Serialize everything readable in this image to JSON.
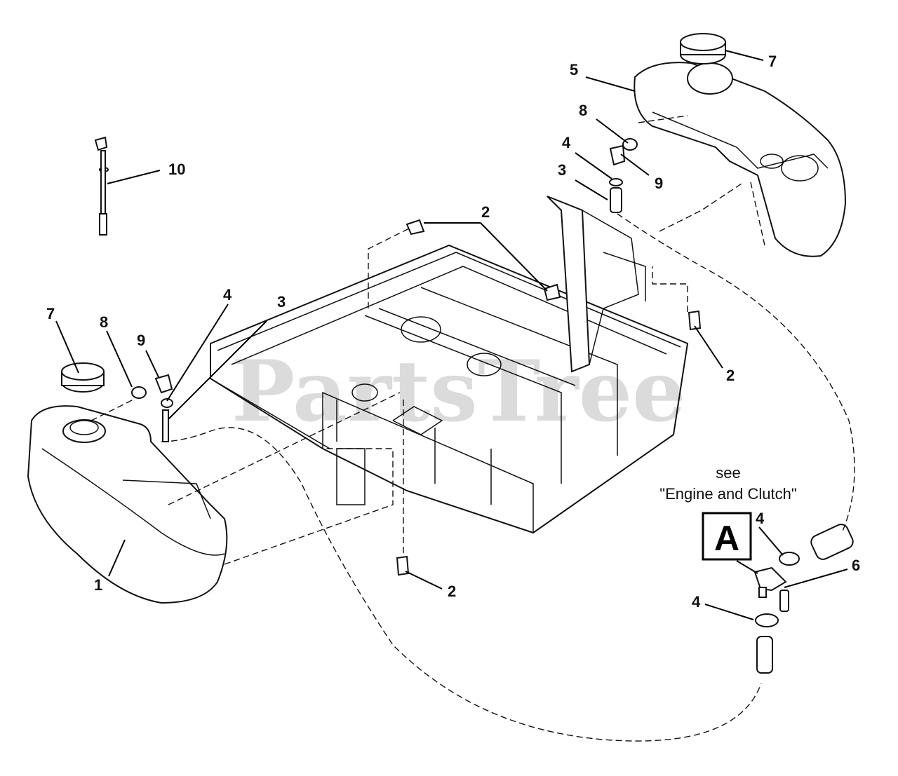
{
  "watermark": "PartsTree",
  "reference_note": {
    "line1": "see",
    "line2": "\"Engine and Clutch\"",
    "box_letter": "A"
  },
  "callouts": [
    {
      "id": "c1",
      "label": "1"
    },
    {
      "id": "c2a",
      "label": "2"
    },
    {
      "id": "c2b",
      "label": "2"
    },
    {
      "id": "c2c",
      "label": "2"
    },
    {
      "id": "c3a",
      "label": "3"
    },
    {
      "id": "c3b",
      "label": "3"
    },
    {
      "id": "c4a",
      "label": "4"
    },
    {
      "id": "c4b",
      "label": "4"
    },
    {
      "id": "c4c",
      "label": "4"
    },
    {
      "id": "c4d",
      "label": "4"
    },
    {
      "id": "c5",
      "label": "5"
    },
    {
      "id": "c6",
      "label": "6"
    },
    {
      "id": "c7a",
      "label": "7"
    },
    {
      "id": "c7b",
      "label": "7"
    },
    {
      "id": "c8a",
      "label": "8"
    },
    {
      "id": "c8b",
      "label": "8"
    },
    {
      "id": "c9a",
      "label": "9"
    },
    {
      "id": "c9b",
      "label": "9"
    },
    {
      "id": "c10",
      "label": "10"
    }
  ]
}
